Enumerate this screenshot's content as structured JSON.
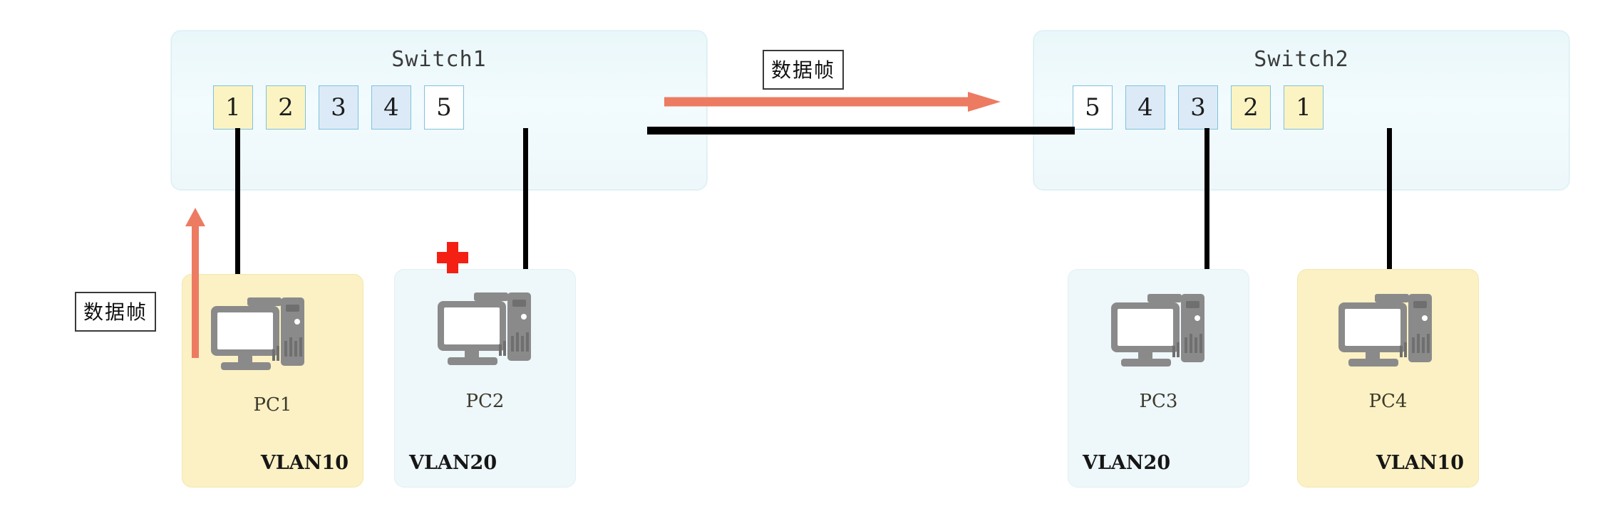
{
  "diagram": {
    "title_note_top": "数据帧",
    "title_note_left": "数据帧",
    "colors": {
      "vlan10_fill": "#fbf4c2",
      "vlan20_fill": "#dceaf7",
      "trunk_fill": "#ffffff",
      "port_border": "#7fc2dd",
      "switch_fill": "#eef8fb",
      "arrow_orange": "#ec7b62",
      "link_black": "#000000",
      "cross_red": "#f32013"
    }
  },
  "switches": [
    {
      "name": "Switch1",
      "ports": [
        {
          "number": "1",
          "kind": "vlan10"
        },
        {
          "number": "2",
          "kind": "vlan10"
        },
        {
          "number": "3",
          "kind": "vlan20"
        },
        {
          "number": "4",
          "kind": "vlan20"
        },
        {
          "number": "5",
          "kind": "trunk"
        }
      ]
    },
    {
      "name": "Switch2",
      "ports": [
        {
          "number": "5",
          "kind": "trunk"
        },
        {
          "number": "4",
          "kind": "vlan20"
        },
        {
          "number": "3",
          "kind": "vlan20"
        },
        {
          "number": "2",
          "kind": "vlan10"
        },
        {
          "number": "1",
          "kind": "vlan10"
        }
      ]
    }
  ],
  "hosts": [
    {
      "name": "PC1",
      "vlan": "VLAN10",
      "box_color": "yellow",
      "vlan_align": "right"
    },
    {
      "name": "PC2",
      "vlan": "VLAN20",
      "box_color": "blue",
      "vlan_align": "left"
    },
    {
      "name": "PC3",
      "vlan": "VLAN20",
      "box_color": "blue",
      "vlan_align": "left"
    },
    {
      "name": "PC4",
      "vlan": "VLAN10",
      "box_color": "yellow",
      "vlan_align": "right"
    }
  ],
  "annotations": {
    "frame_top": "数据帧",
    "frame_left": "数据帧",
    "blocked_marker": "cross-marker"
  }
}
